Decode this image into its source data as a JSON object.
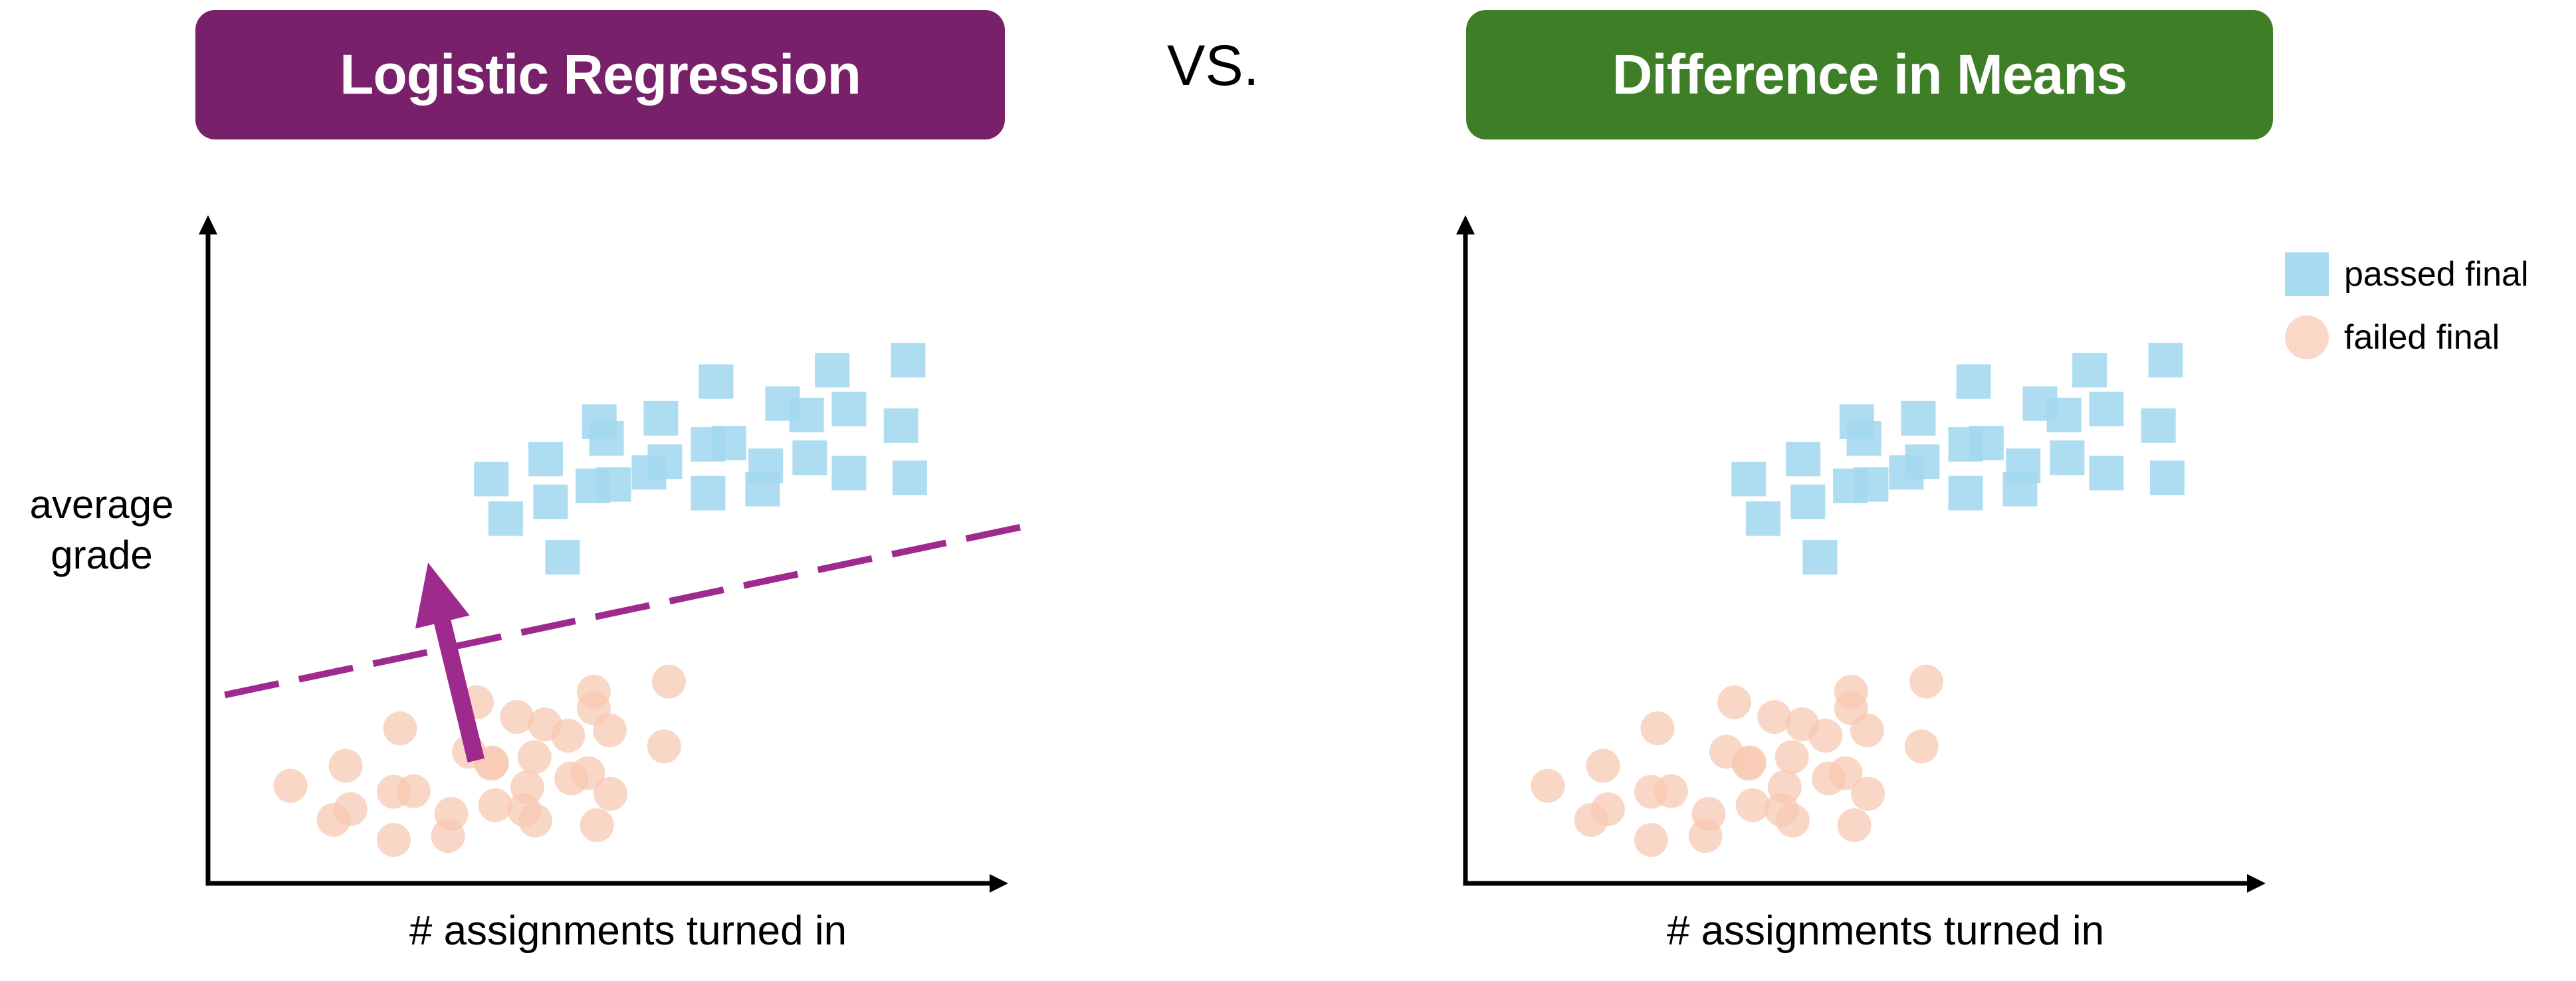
{
  "header": {
    "left_title": "Logistic Regression",
    "left_color": "#78206A",
    "vs_label": "VS.",
    "right_title": "Difference in Means",
    "right_color": "#3E7E27"
  },
  "legend": {
    "items": [
      {
        "label": "passed final",
        "marker": "square",
        "color": "#A3D8EF"
      },
      {
        "label": "failed final",
        "marker": "circle",
        "color": "#F7C8B0"
      }
    ],
    "placement": "top-right"
  },
  "chart_data": [
    {
      "type": "scatter",
      "title": "Logistic Regression",
      "xlabel": "# assignments turned in",
      "ylabel": "average grade",
      "xlim": [
        0,
        10
      ],
      "ylim": [
        0,
        10
      ],
      "grid": false,
      "ticks": "none",
      "series": [
        {
          "name": "passed final",
          "marker": "square",
          "color": "#A3D8EF",
          "points": [
            [
              3.54,
              6.05
            ],
            [
              3.72,
              5.46
            ],
            [
              4.22,
              6.35
            ],
            [
              4.28,
              5.71
            ],
            [
              4.43,
              4.88
            ],
            [
              4.89,
              6.91
            ],
            [
              4.98,
              6.66
            ],
            [
              4.81,
              5.95
            ],
            [
              5.07,
              5.97
            ],
            [
              5.51,
              6.15
            ],
            [
              5.66,
              6.96
            ],
            [
              5.71,
              6.31
            ],
            [
              6.25,
              6.57
            ],
            [
              6.25,
              5.84
            ],
            [
              6.35,
              7.51
            ],
            [
              6.51,
              6.59
            ],
            [
              6.97,
              6.25
            ],
            [
              6.93,
              5.9
            ],
            [
              7.18,
              7.18
            ],
            [
              7.48,
              7.01
            ],
            [
              7.52,
              6.37
            ],
            [
              7.8,
              7.68
            ],
            [
              8.01,
              7.1
            ],
            [
              8.01,
              6.14
            ],
            [
              8.66,
              6.85
            ],
            [
              8.75,
              7.83
            ],
            [
              8.77,
              6.07
            ]
          ]
        },
        {
          "name": "failed final",
          "marker": "circle",
          "color": "#F7C8B0",
          "points": [
            [
              1.03,
              1.46
            ],
            [
              1.72,
              1.76
            ],
            [
              1.57,
              0.95
            ],
            [
              1.78,
              1.11
            ],
            [
              2.4,
              2.32
            ],
            [
              2.32,
              1.37
            ],
            [
              2.57,
              1.38
            ],
            [
              2.32,
              0.65
            ],
            [
              3.04,
              1.04
            ],
            [
              3.0,
              0.71
            ],
            [
              3.36,
              2.71
            ],
            [
              3.26,
              1.97
            ],
            [
              3.54,
              1.79
            ],
            [
              3.55,
              1.81
            ],
            [
              3.86,
              2.49
            ],
            [
              3.59,
              1.17
            ],
            [
              4.08,
              1.89
            ],
            [
              3.99,
              1.44
            ],
            [
              3.95,
              1.1
            ],
            [
              4.09,
              0.94
            ],
            [
              4.21,
              2.38
            ],
            [
              4.5,
              2.21
            ],
            [
              4.82,
              2.87
            ],
            [
              4.82,
              2.62
            ],
            [
              5.02,
              2.29
            ],
            [
              4.54,
              1.57
            ],
            [
              4.75,
              1.65
            ],
            [
              5.03,
              1.34
            ],
            [
              4.86,
              0.87
            ],
            [
              5.76,
              3.02
            ],
            [
              5.7,
              2.05
            ]
          ]
        }
      ],
      "annotations": {
        "decision_boundary": {
          "style": "dashed",
          "color": "#9E2A8E",
          "from": [
            0.21,
            2.82
          ],
          "to": [
            10.19,
            5.34
          ]
        },
        "direction_arrow": {
          "color": "#9E2A8E",
          "from": [
            3.35,
            1.84
          ],
          "to": [
            2.75,
            4.8
          ]
        }
      }
    },
    {
      "type": "scatter",
      "title": "Difference in Means",
      "xlabel": "# assignments turned in",
      "ylabel": "",
      "xlim": [
        0,
        10
      ],
      "ylim": [
        0,
        10
      ],
      "grid": false,
      "ticks": "none",
      "series": [
        {
          "name": "passed final",
          "marker": "square",
          "color": "#A3D8EF",
          "points": [
            [
              3.54,
              6.05
            ],
            [
              3.72,
              5.46
            ],
            [
              4.22,
              6.35
            ],
            [
              4.28,
              5.71
            ],
            [
              4.43,
              4.88
            ],
            [
              4.89,
              6.91
            ],
            [
              4.98,
              6.66
            ],
            [
              4.81,
              5.95
            ],
            [
              5.07,
              5.97
            ],
            [
              5.51,
              6.15
            ],
            [
              5.66,
              6.96
            ],
            [
              5.71,
              6.31
            ],
            [
              6.25,
              6.57
            ],
            [
              6.25,
              5.84
            ],
            [
              6.35,
              7.51
            ],
            [
              6.51,
              6.59
            ],
            [
              6.97,
              6.25
            ],
            [
              6.93,
              5.9
            ],
            [
              7.18,
              7.18
            ],
            [
              7.48,
              7.01
            ],
            [
              7.52,
              6.37
            ],
            [
              7.8,
              7.68
            ],
            [
              8.01,
              7.1
            ],
            [
              8.01,
              6.14
            ],
            [
              8.66,
              6.85
            ],
            [
              8.75,
              7.83
            ],
            [
              8.77,
              6.07
            ]
          ]
        },
        {
          "name": "failed final",
          "marker": "circle",
          "color": "#F7C8B0",
          "points": [
            [
              1.03,
              1.46
            ],
            [
              1.72,
              1.76
            ],
            [
              1.57,
              0.95
            ],
            [
              1.78,
              1.11
            ],
            [
              2.4,
              2.32
            ],
            [
              2.32,
              1.37
            ],
            [
              2.57,
              1.38
            ],
            [
              2.32,
              0.65
            ],
            [
              3.04,
              1.04
            ],
            [
              3.0,
              0.71
            ],
            [
              3.36,
              2.71
            ],
            [
              3.26,
              1.97
            ],
            [
              3.54,
              1.79
            ],
            [
              3.55,
              1.81
            ],
            [
              3.86,
              2.49
            ],
            [
              3.59,
              1.17
            ],
            [
              4.08,
              1.89
            ],
            [
              3.99,
              1.44
            ],
            [
              3.95,
              1.1
            ],
            [
              4.09,
              0.94
            ],
            [
              4.21,
              2.38
            ],
            [
              4.5,
              2.21
            ],
            [
              4.82,
              2.87
            ],
            [
              4.82,
              2.62
            ],
            [
              5.02,
              2.29
            ],
            [
              4.54,
              1.57
            ],
            [
              4.75,
              1.65
            ],
            [
              5.03,
              1.34
            ],
            [
              4.86,
              0.87
            ],
            [
              5.76,
              3.02
            ],
            [
              5.7,
              2.05
            ]
          ]
        }
      ]
    }
  ]
}
